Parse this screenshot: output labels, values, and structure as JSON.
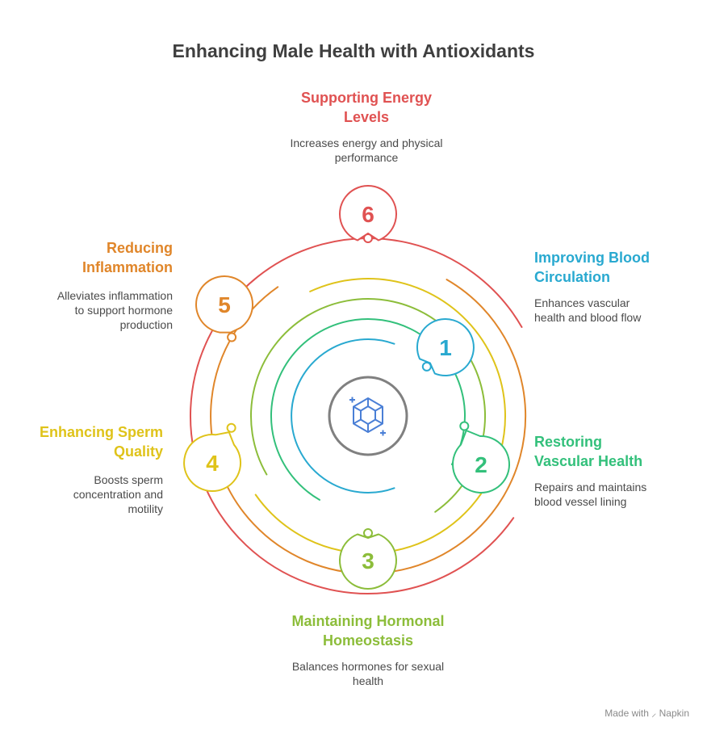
{
  "title": "Enhancing Male Health with Antioxidants",
  "items": [
    {
      "number": "1",
      "title_line1": "Improving Blood",
      "title_line2": "Circulation",
      "desc_line1": "Enhances vascular",
      "desc_line2": "health and blood flow",
      "desc_line3": "",
      "color": "#29a9d0"
    },
    {
      "number": "2",
      "title_line1": "Restoring",
      "title_line2": "Vascular Health",
      "desc_line1": "Repairs and maintains",
      "desc_line2": "blood vessel lining",
      "desc_line3": "",
      "color": "#33c07b"
    },
    {
      "number": "3",
      "title_line1": "Maintaining Hormonal",
      "title_line2": "Homeostasis",
      "desc_line1": "Balances hormones for sexual",
      "desc_line2": "health",
      "desc_line3": "",
      "color": "#8cbd3a"
    },
    {
      "number": "4",
      "title_line1": "Enhancing Sperm",
      "title_line2": "Quality",
      "desc_line1": "Boosts sperm",
      "desc_line2": "concentration and",
      "desc_line3": "motility",
      "color": "#dfc31a"
    },
    {
      "number": "5",
      "title_line1": "Reducing",
      "title_line2": "Inflammation",
      "desc_line1": "Alleviates inflammation",
      "desc_line2": "to support hormone",
      "desc_line3": "production",
      "color": "#e0862a"
    },
    {
      "number": "6",
      "title_line1": "Supporting Energy",
      "title_line2": "Levels",
      "desc_line1": "Increases energy and physical",
      "desc_line2": "performance",
      "desc_line3": "",
      "color": "#e05252"
    }
  ],
  "center_icon": "diamond-gem-icon",
  "center_color": "#808080",
  "icon_color": "#4a7fd6",
  "footer": {
    "made_with": "Made with",
    "brand": "Napkin",
    "icon": "napkin-logo-icon"
  }
}
